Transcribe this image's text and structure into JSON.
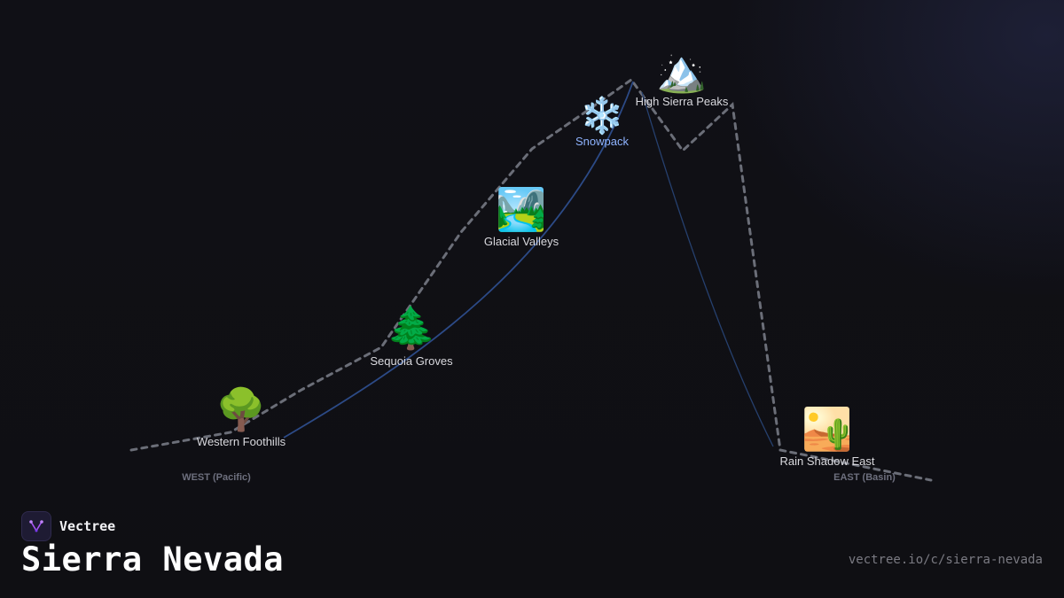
{
  "brand": {
    "name": "Vectree",
    "logo_icon": "vectree-logo-icon",
    "accent_color": "#a855f7"
  },
  "title": "Sierra Nevada",
  "url": "vectree.io/c/sierra-nevada",
  "axis_labels": {
    "west": "WEST (Pacific)",
    "east": "EAST (Basin)"
  },
  "nodes": [
    {
      "id": "western-foothills",
      "label": "Western Foothills",
      "emoji": "🌳",
      "icon": "tree-icon"
    },
    {
      "id": "sequoia-groves",
      "label": "Sequoia Groves",
      "emoji": "🌲",
      "icon": "evergreen-tree-icon"
    },
    {
      "id": "glacial-valleys",
      "label": "Glacial Valleys",
      "emoji": "🏞️",
      "icon": "national-park-icon"
    },
    {
      "id": "snowpack",
      "label": "Snowpack",
      "emoji": "❄️",
      "icon": "snowflake-icon"
    },
    {
      "id": "high-sierra-peaks",
      "label": "High Sierra Peaks",
      "emoji": "🏔️",
      "icon": "snow-capped-mountain-icon"
    },
    {
      "id": "rain-shadow-east",
      "label": "Rain Shadow East",
      "emoji": "🏜️",
      "icon": "desert-icon"
    }
  ],
  "colors": {
    "background": "#0f0f13",
    "ridge_line": "#6b6e78",
    "connector_line": "#2c4a86",
    "label_text": "#d9d9de",
    "snowpack_label": "#8fb4ff",
    "axis_label": "#6d6f7e"
  }
}
